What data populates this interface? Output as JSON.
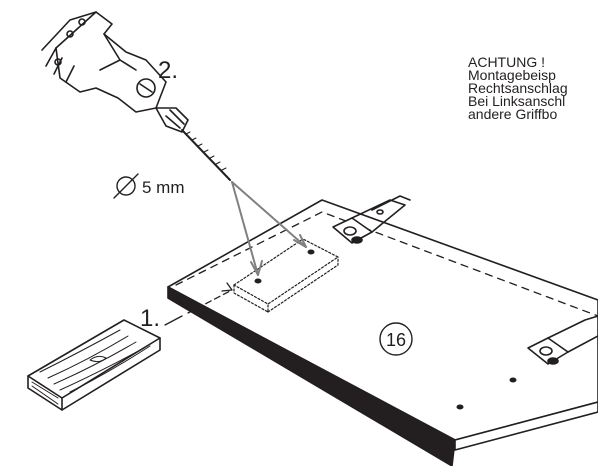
{
  "notice": {
    "heading": "ACHTUNG !",
    "lines": [
      "Montagebeisp",
      "Rechtsanschlag",
      "Bei Linksanschl",
      "andere Griffbo"
    ]
  },
  "steps": {
    "step1": "1.",
    "step2": "2."
  },
  "drill_label": "5 mm",
  "panel_number": "16",
  "colors": {
    "ink": "#231f20",
    "background": "#ffffff"
  }
}
